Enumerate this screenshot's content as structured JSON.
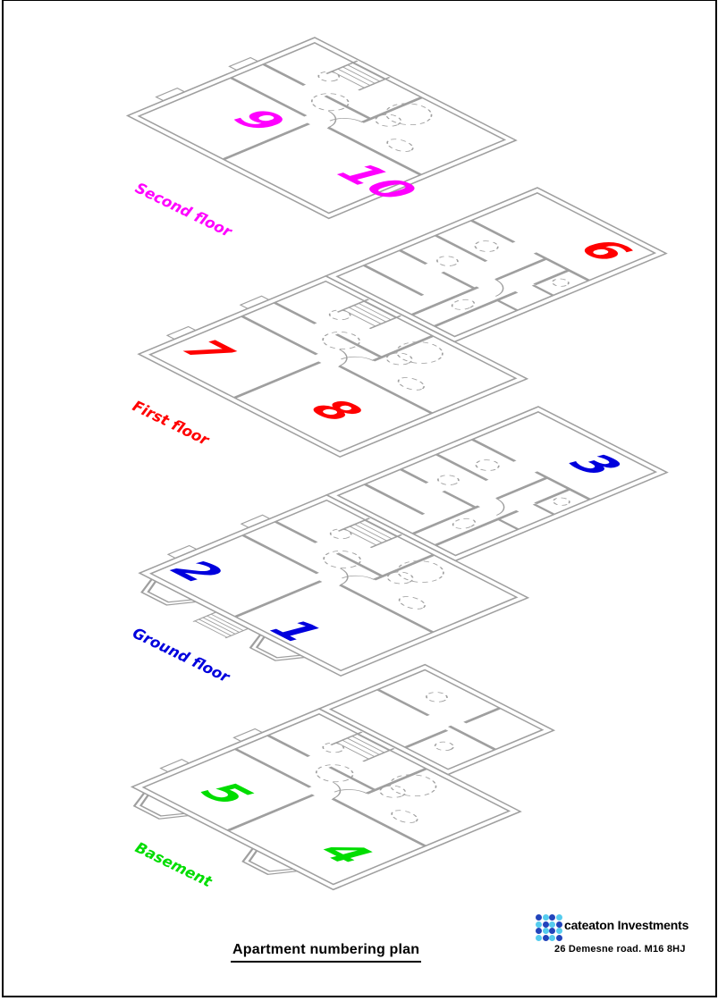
{
  "page": {
    "title": "Apartment numbering plan",
    "background": "#ffffff",
    "border_color": "#000000"
  },
  "drawing": {
    "wall_color": "#9f9f9f",
    "floors": [
      {
        "id": "second-floor",
        "label": "Second floor",
        "color": "#ff00ff",
        "apartments": [
          "9",
          "10"
        ]
      },
      {
        "id": "first-floor",
        "label": "First floor",
        "color": "#ff0000",
        "apartments": [
          "7",
          "8",
          "6"
        ]
      },
      {
        "id": "ground-floor",
        "label": "Ground floor",
        "color": "#0000dd",
        "apartments": [
          "2",
          "1",
          "3"
        ]
      },
      {
        "id": "basement",
        "label": "Basement",
        "color": "#00dd00",
        "apartments": [
          "5",
          "4"
        ]
      }
    ]
  },
  "footer": {
    "company_name": "cateaton Investments",
    "company_address": "26 Demesne road. M16 8HJ",
    "logo_dot_dark": "#2244bb",
    "logo_dot_light": "#55ccee"
  }
}
